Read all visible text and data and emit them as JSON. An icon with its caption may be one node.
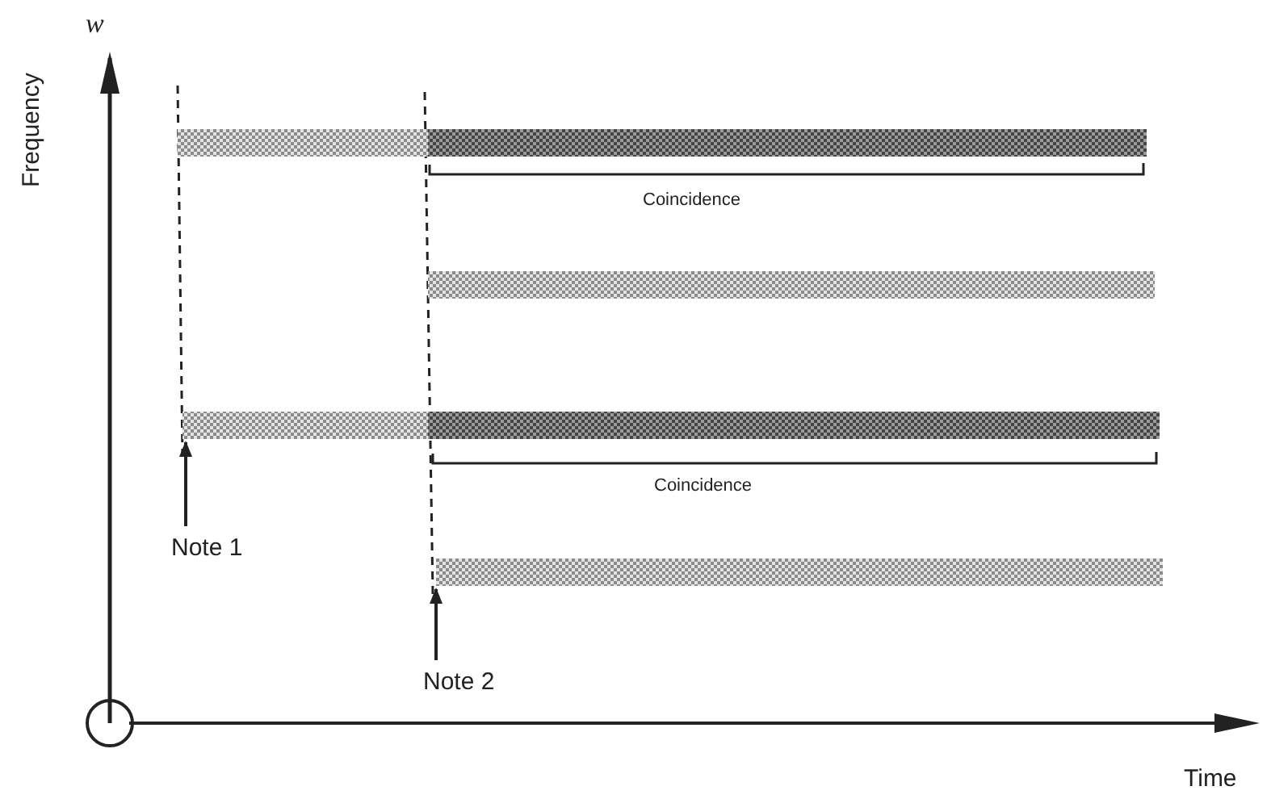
{
  "diagram": {
    "nodes": [
      {
        "text": [],
        "shape": "bar"
      },
      {
        "text": [],
        "shape": "bar"
      },
      {
        "text": [],
        "shape": "bar"
      },
      {
        "text": [],
        "shape": "bar"
      },
      {
        "text": [
          "Note 1"
        ]
      },
      {
        "text": [
          "Note 2"
        ]
      }
    ],
    "edges": [
      {
        "from": 4,
        "to": 2,
        "arrow": "to"
      },
      {
        "from": 5,
        "to": 3,
        "arrow": "to"
      }
    ],
    "labels": [
      "w",
      "Frequency",
      "Coincidence",
      "Coincidence",
      "Time"
    ]
  }
}
